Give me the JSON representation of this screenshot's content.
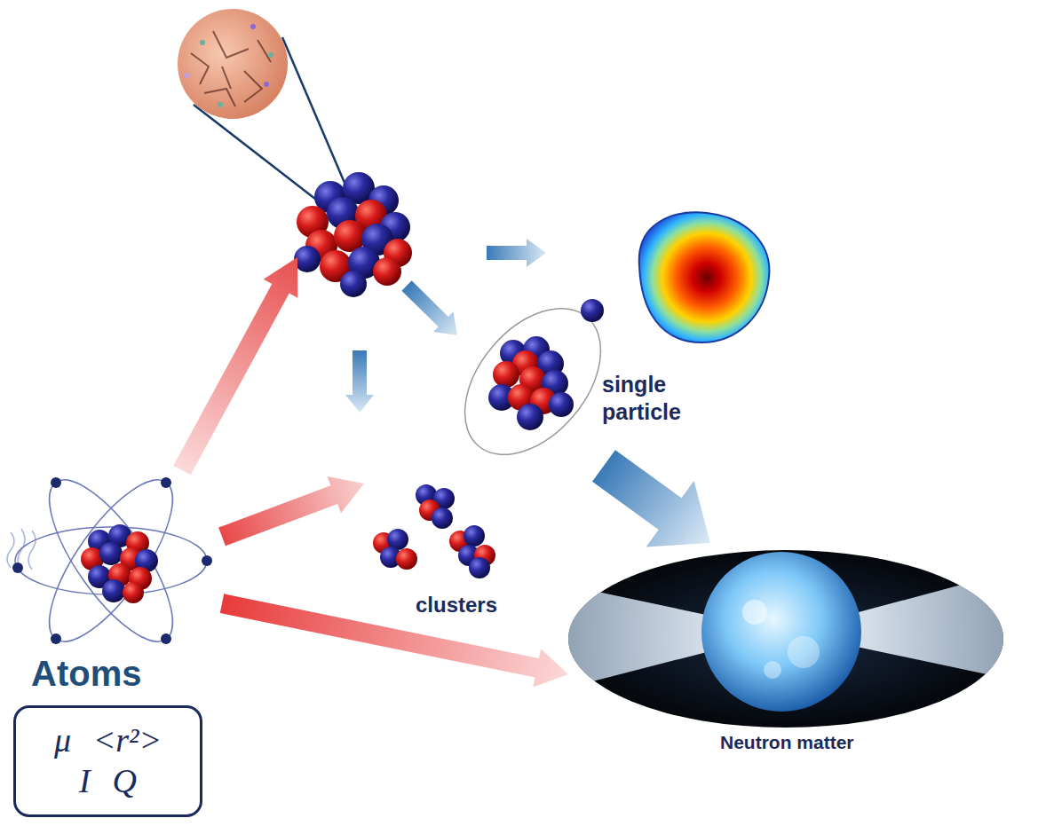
{
  "diagram": {
    "nodes": [
      {
        "text": [
          "single particle"
        ]
      },
      {
        "text": [
          "clusters"
        ]
      },
      {
        "text": [
          "Atoms"
        ]
      },
      {
        "text": [
          "μ <r²>",
          "I Q"
        ]
      },
      {
        "text": [
          "Neutron matter"
        ]
      }
    ],
    "edges": [
      {
        "from": 2,
        "to": 1,
        "arrow": "to"
      },
      {
        "from": 2,
        "to": 4,
        "arrow": "to"
      },
      {
        "from": 0,
        "to": 4,
        "arrow": "to"
      }
    ]
  }
}
